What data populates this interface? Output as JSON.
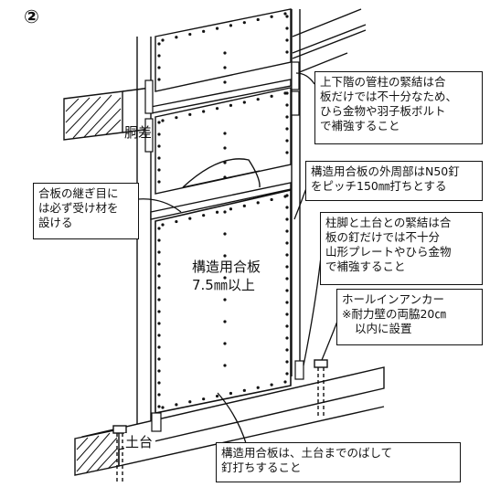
{
  "figure_number": "②",
  "labels": {
    "dosashi": "胴差",
    "dodai": "土台",
    "panel": [
      "構造用合板",
      "7.5㎜以上"
    ]
  },
  "callouts": {
    "column_joint": [
      "上下階の管柱の緊結は合",
      "板だけでは不十分なため、",
      "ひら金物や羽子板ボルト",
      "で補強すること"
    ],
    "perimeter_nailing": [
      "構造用合板の外周部はN50釘",
      "をピッチ150㎜打ちとする"
    ],
    "seam_backing": [
      "合板の継ぎ目に",
      "は必ず受け材を",
      "設ける"
    ],
    "column_foot": [
      "柱脚と土台との緊結は合",
      "板の釘だけでは不十分",
      "山形プレートやひら金物",
      "で補強すること"
    ],
    "hold_down": [
      "ホールインアンカー",
      "※耐力壁の両脇20㎝",
      "以内に設置"
    ],
    "sill_nailing": [
      "構造用合板は、土台までのばして",
      "釘打ちすること"
    ]
  }
}
